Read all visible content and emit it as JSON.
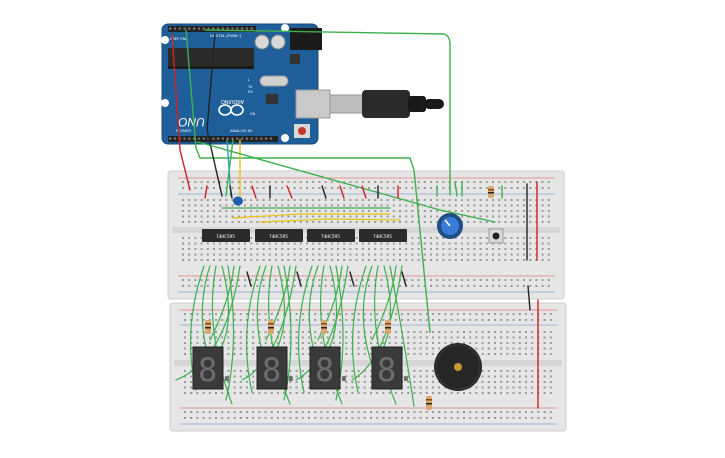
{
  "arduino": {
    "brand": "UNO",
    "logo_text": "ARDUINO",
    "header_digital": "DIGITAL (PWM~)",
    "header_power": "POWER",
    "header_analog": "ANALOG IN",
    "label_tx": "TX",
    "label_rx": "RX",
    "label_l": "L",
    "label_on": "ON",
    "label_aref": "AREF",
    "label_gnd": "GND"
  },
  "chips": [
    {
      "label": "74HC595"
    },
    {
      "label": "74HC595"
    },
    {
      "label": "74HC595"
    },
    {
      "label": "74HC595"
    }
  ],
  "displays": [
    {
      "digit": "8."
    },
    {
      "digit": "8."
    },
    {
      "digit": "8."
    },
    {
      "digit": "8."
    }
  ],
  "colors": {
    "board": "#1e5f9a",
    "wire_green": "#3db04b",
    "wire_red": "#d32222",
    "wire_black": "#222222",
    "wire_yellow": "#e8c21b",
    "wire_blue": "#3a7bd5",
    "breadboard": "#e6e6e6"
  },
  "icons": [
    "usb-cable-icon",
    "potentiometer-icon",
    "push-button-icon",
    "buzzer-icon",
    "resistor-icon"
  ]
}
